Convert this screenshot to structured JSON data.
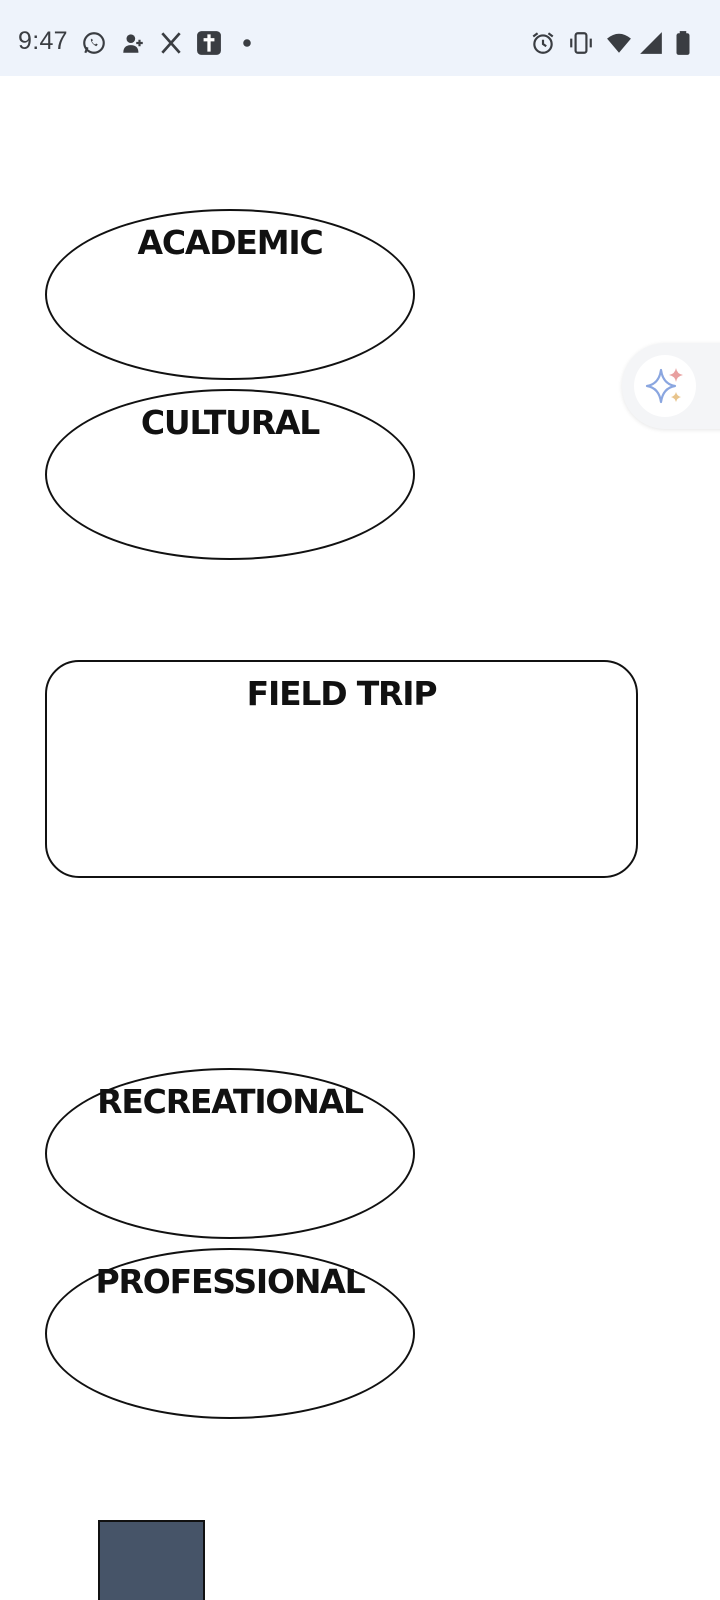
{
  "status_bar": {
    "time": "9:47",
    "left_icons": [
      "whatsapp-icon",
      "person-add-icon",
      "x-logo-icon",
      "cross-app-icon",
      "notification-dot-icon"
    ],
    "right_icons": [
      "alarm-icon",
      "vibrate-icon",
      "wifi-icon",
      "cell-signal-icon",
      "battery-icon"
    ]
  },
  "diagram": {
    "shapes": [
      {
        "kind": "ellipse",
        "label": "ACADEMIC"
      },
      {
        "kind": "ellipse",
        "label": "CULTURAL"
      },
      {
        "kind": "rounded-rectangle",
        "label": "FIELD TRIP"
      },
      {
        "kind": "ellipse",
        "label": "RECREATIONAL"
      },
      {
        "kind": "ellipse",
        "label": "PROFESSIONAL"
      }
    ]
  },
  "floating_button": {
    "icon": "sparkle-icon"
  },
  "colors": {
    "status_bar_bg": "#eef3fb",
    "stroke": "#111111",
    "block_fill": "#465468"
  }
}
